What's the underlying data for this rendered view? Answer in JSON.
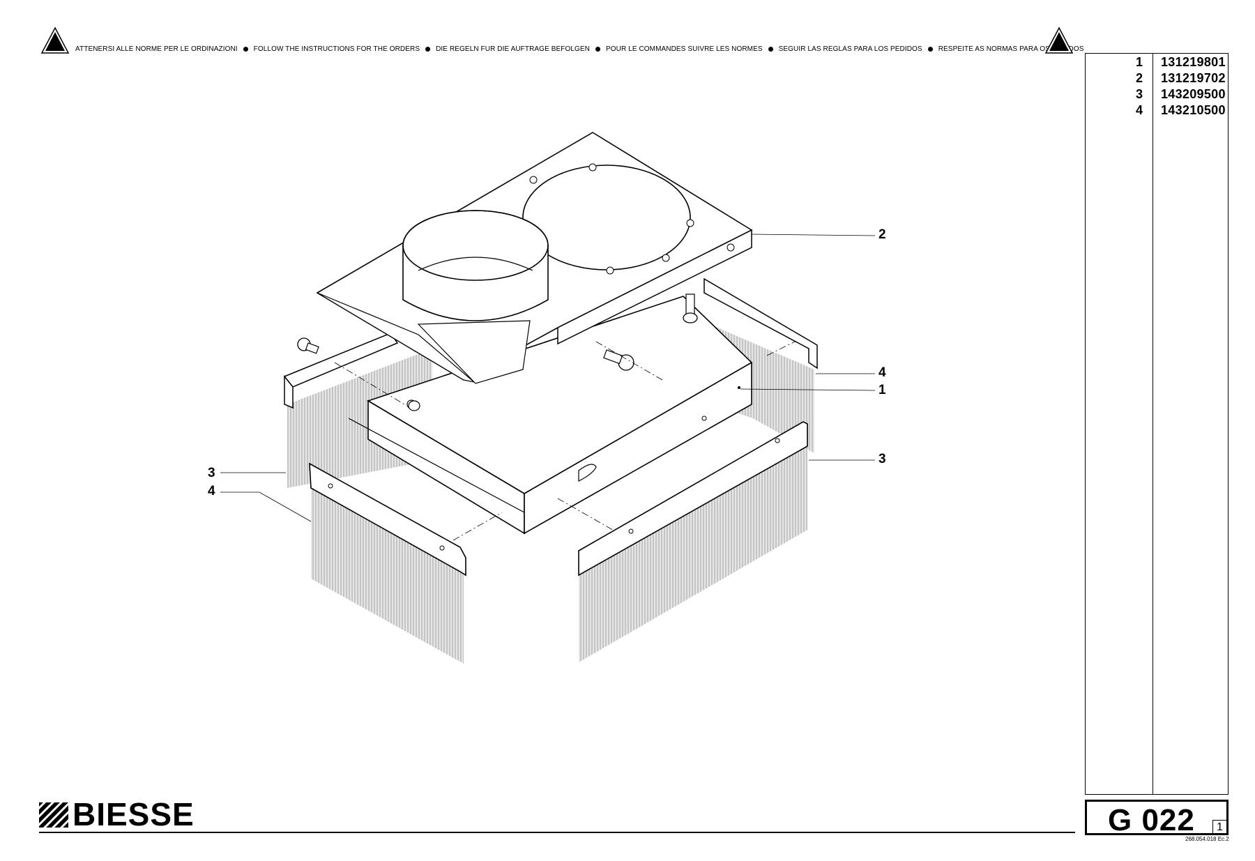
{
  "header": {
    "warnings": [
      "ATTENERSI ALLE NORME PER LE ORDINAZIONI",
      "FOLLOW THE INSTRUCTIONS FOR THE ORDERS",
      "DIE REGELN FUR DIE AUFTRAGE BEFOLGEN",
      "POUR LE COMMANDES SUIVRE LES NORMES",
      "SEGUIR LAS REGLAS PARA LOS PEDIDOS",
      "RESPEITE AS NORMAS PARA OS PEDIDOS"
    ],
    "warning_icon": "warning-triangle-icon"
  },
  "parts": [
    {
      "num": "1",
      "code": "131219801"
    },
    {
      "num": "2",
      "code": "131219702"
    },
    {
      "num": "3",
      "code": "143209500"
    },
    {
      "num": "4",
      "code": "143210500"
    }
  ],
  "callouts": {
    "right_2": "2",
    "right_4": "4",
    "right_1": "1",
    "right_3": "3",
    "left_3": "3",
    "left_4": "4"
  },
  "footer": {
    "brand": "BIESSE",
    "sheet_code": "G 022",
    "sheet_number": "1",
    "doc_ref": "268.054.018 Ec.2"
  }
}
